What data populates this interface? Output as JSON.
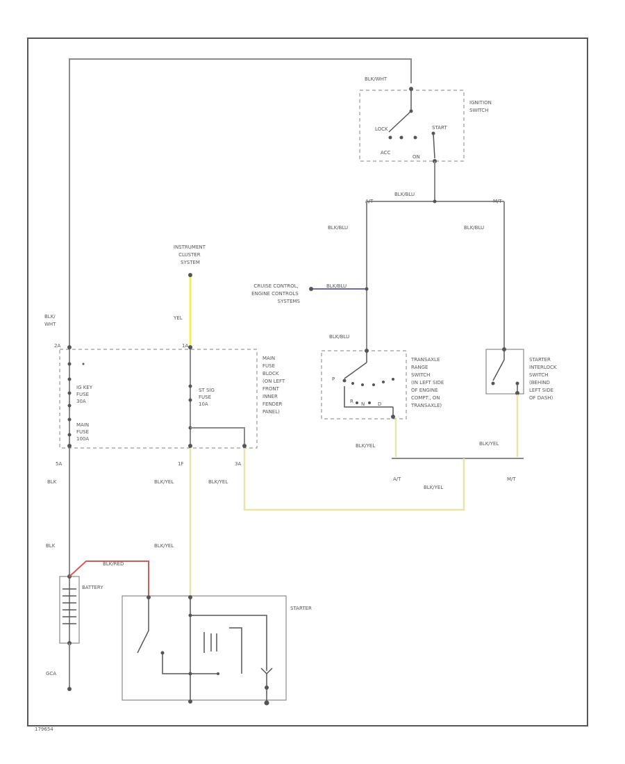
{
  "diagram": {
    "labels": {
      "ign_wire_top": "BLK/WHT",
      "ignition_switch": [
        "IGNITION",
        "SWITCH"
      ],
      "lock": "LOCK",
      "start": "START",
      "acc": "ACC",
      "on": "ON",
      "ign_out_wire": "BLK/BLU",
      "at_branch": "A/T",
      "mt_branch": "M/T",
      "left_blkblu": "BLK/BLU",
      "right_blkblu": "BLK/BLU",
      "instrument_cluster": [
        "INSTRUMENT",
        "CLUSTER",
        "SYSTEM"
      ],
      "yel": "YEL",
      "cruise_control": [
        "CRUISE CONTROL,",
        "ENGINE CONTROLS",
        "SYSTEMS"
      ],
      "cruise_wire": "BLK/BLU",
      "blk_wht_left": [
        "BLK/",
        "WHT"
      ],
      "fuse_top_left": "2A",
      "fuse_top_mid": "1A",
      "main_fuse_block": [
        "MAIN",
        "FUSE",
        "BLOCK",
        "(ON LEFT",
        "FRONT",
        "INNER",
        "FENDER",
        "PANEL)"
      ],
      "ig_key_fuse": [
        "IG KEY",
        "FUSE",
        "30A"
      ],
      "main_fuse": [
        "MAIN",
        "FUSE",
        "100A"
      ],
      "st_sig_fuse": [
        "ST SIG",
        "FUSE",
        "10A"
      ],
      "blkblu_tr": "BLK/BLU",
      "transaxle_switch": [
        "TRANSAXLE",
        "RANGE",
        "SWITCH",
        "(IN LEFT SIDE",
        "OF ENGINE",
        "COMPT., ON",
        "TRANSAXLE)"
      ],
      "gear_p": "P",
      "gear_r": "R",
      "gear_n": "N",
      "gear_d": "D",
      "interlock_switch": [
        "STARTER",
        "INTERLOCK",
        "SWITCH",
        "(BEHIND",
        "LEFT SIDE",
        "OF DASH)"
      ],
      "blkyel_tr": "BLK/YEL",
      "blkyel_il": "BLK/YEL",
      "at_bottom": "A/T",
      "mt_bottom": "M/T",
      "blkyel_join": "BLK/YEL",
      "pin_5a": "5A",
      "pin_1f": "1F",
      "pin_3a": "3A",
      "blk1": "BLK",
      "blk2": "BLK",
      "blkyel_1": "BLK/YEL",
      "blkyel_2": "BLK/YEL",
      "blkyel_3": "BLK/YEL",
      "battery_wire": "BLK/RED",
      "battery": "BATTERY",
      "gca": "GCA",
      "starter": "STARTER",
      "fig_id": "179654"
    }
  }
}
